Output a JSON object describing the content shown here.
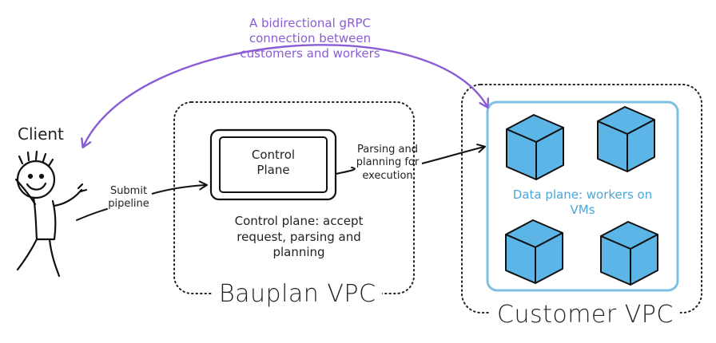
{
  "grpc_note": {
    "line1": "A bidirectional gRPC",
    "line2": "connection between",
    "line3": "customers and workers"
  },
  "client_label": "Client",
  "submit_note": {
    "line1": "Submit",
    "line2": "pipeline"
  },
  "control_plane_box": {
    "line1": "Control",
    "line2": "Plane"
  },
  "control_plane_desc": {
    "line1": "Control plane: accept",
    "line2": "request, parsing and",
    "line3": "planning"
  },
  "parsing_note": {
    "line1": "Parsing and",
    "line2": "planning for",
    "line3": "execution"
  },
  "data_plane_label": {
    "line1": "Data plane: workers on",
    "line2": "VMs"
  },
  "bauplan_vpc_label": "Bauplan VPC",
  "customer_vpc_label": "Customer VPC",
  "colors": {
    "accent_purple": "#8a5cd6",
    "worker_blue": "#5bb5e6",
    "data_plane_border": "#7cc0e2"
  }
}
